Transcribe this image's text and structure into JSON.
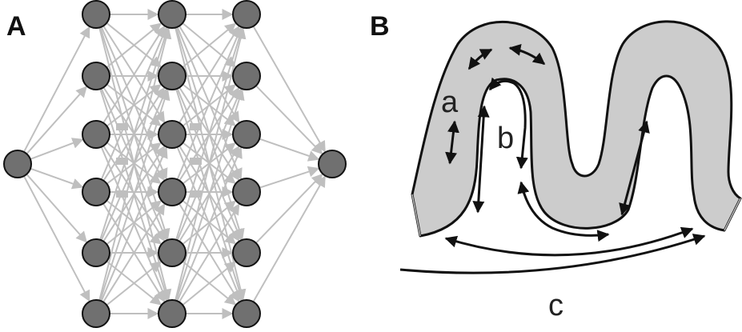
{
  "panels": [
    {
      "letter": "A"
    },
    {
      "letter": "B",
      "labels": [
        "a",
        "b",
        "c"
      ]
    }
  ],
  "colors": {
    "node_fill": "#707070",
    "node_stroke": "#111111",
    "edge": "#bfbfbf",
    "tissue_fill": "#cccccc",
    "tissue_stroke": "#111111",
    "arrow": "#111111"
  }
}
